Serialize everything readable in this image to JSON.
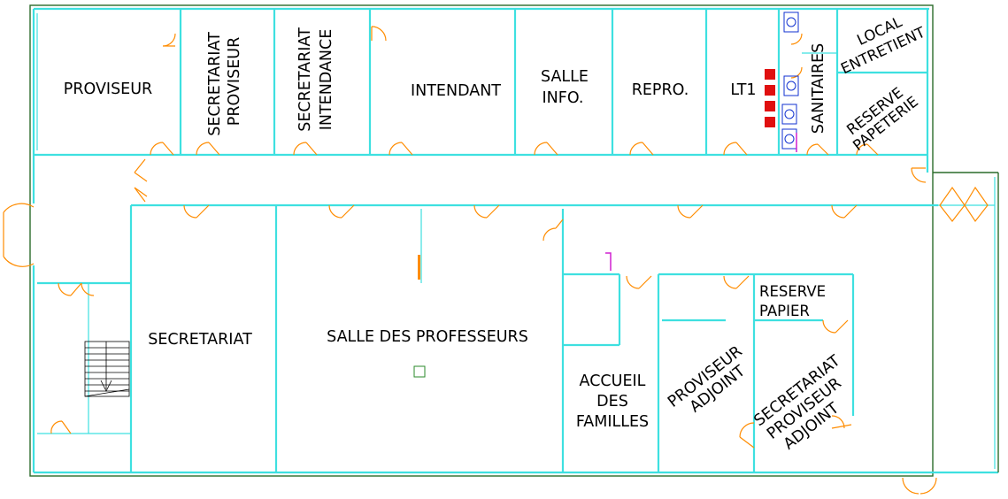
{
  "rooms": {
    "proviseur": "PROVISEUR",
    "secretariat_proviseur": [
      "SECRETARIAT",
      "PROVISEUR"
    ],
    "secretariat_intendance": [
      "SECRETARIAT",
      "INTENDANCE"
    ],
    "intendant": "INTENDANT",
    "salle_info": [
      "SALLE",
      "INFO."
    ],
    "repro": "REPRO.",
    "lt1": "LT1",
    "sanitaires": "SANITAIRES",
    "local_entretient": [
      "LOCAL",
      "ENTRETIENT"
    ],
    "reserve_papeterie": [
      "RESERVE",
      "PAPETERIE"
    ],
    "secretariat": "SECRETARIAT",
    "salle_des_professeurs": "SALLE DES PROFESSEURS",
    "accueil_des_familles": [
      "ACCUEIL",
      "DES",
      "FAMILLES"
    ],
    "proviseur_adjoint": [
      "PROVISEUR",
      "ADJOINT"
    ],
    "reserve_papier": [
      "RESERVE",
      "PAPIER"
    ],
    "secretariat_proviseur_adjoint": [
      "SECRETARIAT",
      "PROVISEUR",
      "ADJOINT"
    ]
  },
  "colors": {
    "walls": "#3ee0e0",
    "outer_line": "#2a6b2a",
    "doors": "#ff8c00",
    "fixtures_red": "#e01010",
    "fixtures_blue": "#1030d0",
    "marker_magenta": "#d020d0"
  }
}
